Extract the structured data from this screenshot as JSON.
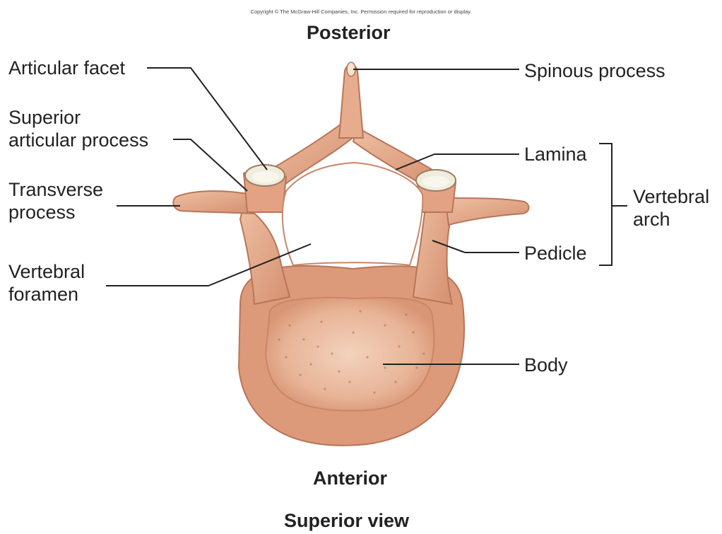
{
  "copyright": "Copyright © The McGraw-Hill Companies, Inc. Permission required for reproduction or display.",
  "orientation": {
    "posterior": "Posterior",
    "anterior": "Anterior",
    "caption": "Superior view"
  },
  "labels": {
    "articular_facet": "Articular facet",
    "superior_articular_process": "Superior\narticular process",
    "transverse_process": "Transverse\nprocess",
    "vertebral_foramen": "Vertebral\nforamen",
    "spinous_process": "Spinous process",
    "lamina": "Lamina",
    "vertebral_arch": "Vertebral\narch",
    "pedicle": "Pedicle",
    "body": "Body"
  },
  "colors": {
    "bone": "#e3a486",
    "bone_dark": "#c47e62",
    "bone_light": "#f1c3a9",
    "cartilage": "#efeede",
    "leader": "#222222"
  }
}
